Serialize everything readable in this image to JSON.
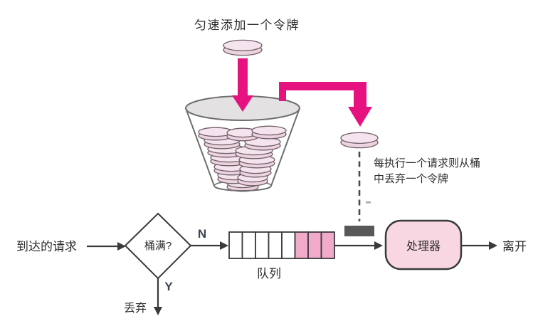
{
  "diagram": {
    "top_flow": {
      "add_token_label": "匀速添加一个令牌",
      "consume_label_line1": "每执行一个请求则从桶",
      "consume_label_line2": "中丢弃一个令牌"
    },
    "bottom_flow": {
      "arriving_label": "到达的请求",
      "decision_label": "桶满?",
      "branch_no": "N",
      "branch_yes": "Y",
      "discard_label": "丢弃",
      "queue_label": "队列",
      "processor_label": "处理器",
      "leave_label": "离开"
    },
    "queue": {
      "cells_total": 8,
      "cells_empty": 5,
      "cells_filled": 3
    },
    "bucket": {
      "token_count": 14
    },
    "colors": {
      "magenta": "#E6127F",
      "token_fill": "#EDD2E0",
      "token_top": "#F5E4ED",
      "token_stroke": "#6F6068",
      "bucket_top": "#E3E1E2",
      "bucket_stroke": "#6E6E6E",
      "queue_filled": "#F2AACA",
      "processor_fill": "#F8D6E2",
      "slot_dark": "#585858",
      "line": "#3A3A3A"
    }
  }
}
